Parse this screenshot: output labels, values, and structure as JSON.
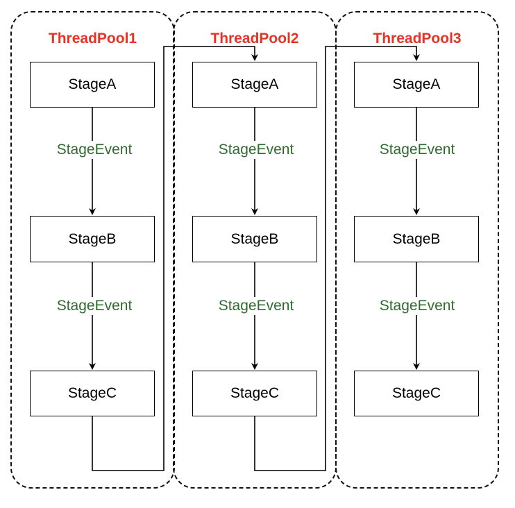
{
  "pools": [
    {
      "title": "ThreadPool1",
      "stages": [
        "StageA",
        "StageB",
        "StageC"
      ],
      "events": [
        "StageEvent",
        "StageEvent"
      ]
    },
    {
      "title": "ThreadPool2",
      "stages": [
        "StageA",
        "StageB",
        "StageC"
      ],
      "events": [
        "StageEvent",
        "StageEvent"
      ]
    },
    {
      "title": "ThreadPool3",
      "stages": [
        "StageA",
        "StageB",
        "StageC"
      ],
      "events": [
        "StageEvent",
        "StageEvent"
      ]
    }
  ],
  "colors": {
    "pool_title": "#e53426",
    "event_label": "#2f6b2f",
    "line": "#000000"
  }
}
